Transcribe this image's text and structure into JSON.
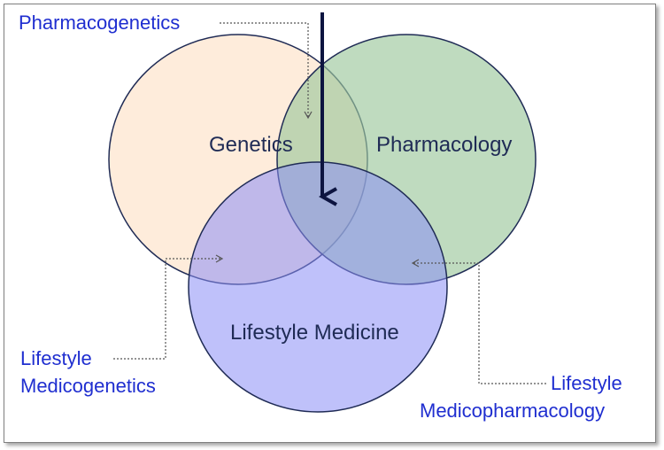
{
  "diagram": {
    "circles": [
      {
        "name": "genetics",
        "label": "Genetics",
        "fill": "#fde5cf",
        "opacity": 0.75,
        "stroke": "#1f2b55"
      },
      {
        "name": "pharmacology",
        "label": "Pharmacology",
        "fill": "#9cc79c",
        "opacity": 0.65,
        "stroke": "#1f2b55"
      },
      {
        "name": "lifestyle-medicine",
        "label": "Lifestyle Medicine",
        "fill": "#8a8ef5",
        "opacity": 0.55,
        "stroke": "#1f2b55"
      }
    ],
    "callouts": {
      "pharmacogenetics": "Pharmacogenetics",
      "lifestyle_medicogenetics_line1": "Lifestyle",
      "lifestyle_medicogenetics_line2": "Medicogenetics",
      "lifestyle_medicopharmacology_line1": "Lifestyle",
      "lifestyle_medicopharmacology_line2": "Medicopharmacology"
    },
    "colors": {
      "circle_label": "#1f2b55",
      "callout_text": "#1f2ed0",
      "arrow": "#0d1440",
      "dotted_line": "#555555"
    }
  }
}
